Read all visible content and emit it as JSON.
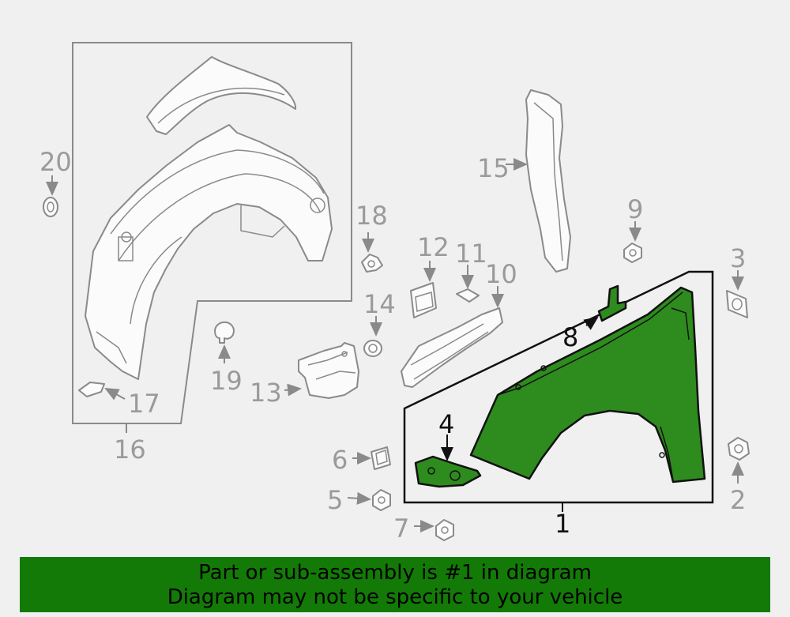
{
  "callouts": {
    "c1": "1",
    "c2": "2",
    "c3": "3",
    "c4": "4",
    "c5": "5",
    "c6": "6",
    "c7": "7",
    "c8": "8",
    "c9": "9",
    "c10": "10",
    "c11": "11",
    "c12": "12",
    "c13": "13",
    "c14": "14",
    "c15": "15",
    "c16": "16",
    "c17": "17",
    "c18": "18",
    "c19": "19",
    "c20": "20"
  },
  "highlight_color": "#2e8b1e",
  "banner": {
    "line1": "Part or sub-assembly is #1 in diagram",
    "line2": "Diagram may not be specific to your vehicle",
    "background": "#137a07"
  }
}
